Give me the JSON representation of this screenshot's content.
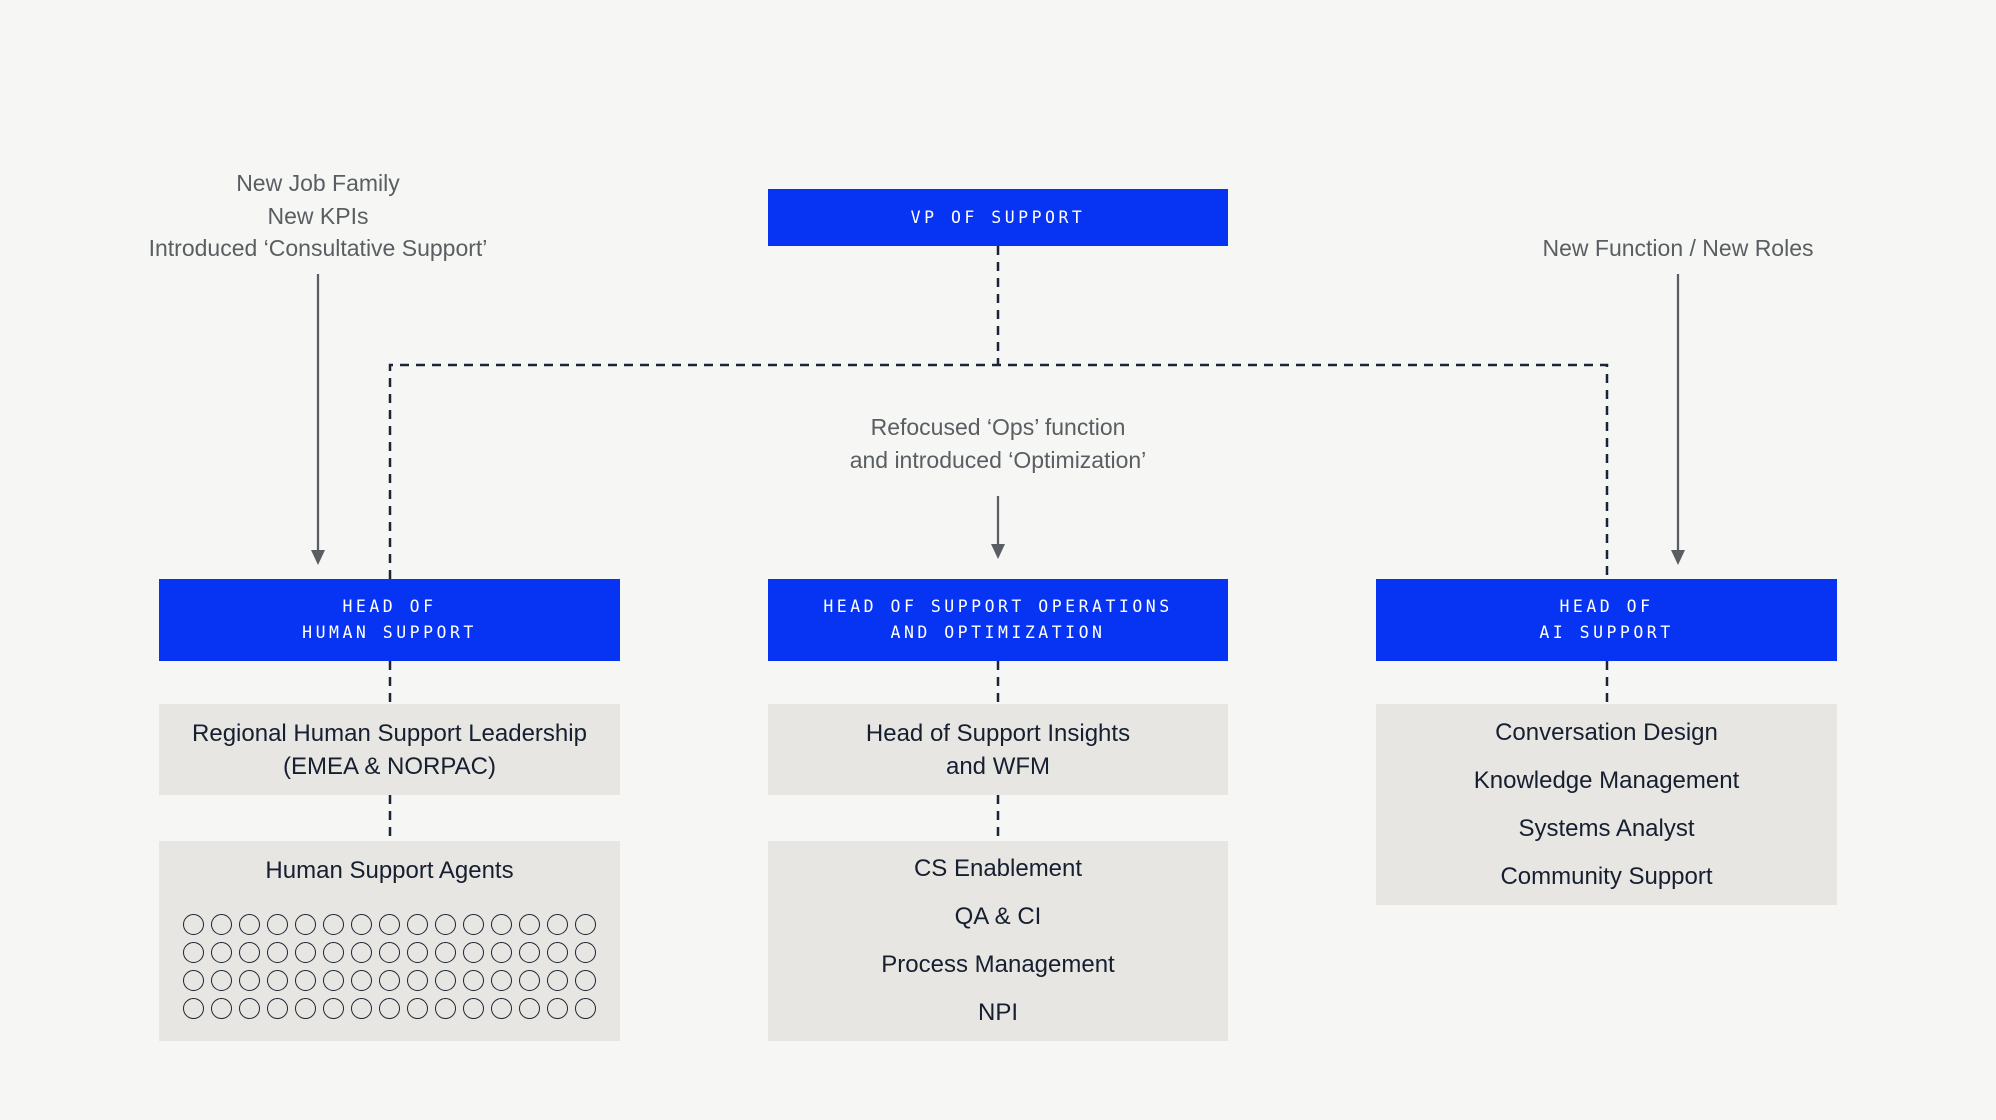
{
  "colors": {
    "background": "#f6f6f4",
    "accent_blue": "#0734f2",
    "box_gray": "#e7e6e3",
    "text_dark": "#161f2f",
    "text_muted": "#595e62",
    "line_dark": "#1b2433",
    "text_on_blue": "#ffffff"
  },
  "annotations": {
    "left": {
      "lines": [
        "New Job Family",
        "New KPIs",
        "Introduced ‘Consultative Support’"
      ]
    },
    "middle": {
      "lines": [
        "Refocused ‘Ops’ function",
        "and introduced ‘Optimization’"
      ]
    },
    "right": {
      "lines": [
        "New Function / New Roles"
      ]
    }
  },
  "org": {
    "root": {
      "title": "VP OF SUPPORT"
    },
    "human_support": {
      "head": "HEAD OF\nHUMAN SUPPORT",
      "leadership": "Regional Human Support Leadership\n(EMEA & NORPAC)",
      "agents_title": "Human Support Agents",
      "agents_grid": {
        "rows": 4,
        "cols": 15
      }
    },
    "operations": {
      "head": "HEAD OF SUPPORT OPERATIONS\nAND OPTIMIZATION",
      "insights": "Head of Support Insights\nand WFM",
      "teams": [
        "CS Enablement",
        "QA & CI",
        "Process Management",
        "NPI"
      ]
    },
    "ai_support": {
      "head": "HEAD OF\nAI SUPPORT",
      "teams": [
        "Conversation Design",
        "Knowledge Management",
        "Systems Analyst",
        "Community Support"
      ]
    }
  }
}
